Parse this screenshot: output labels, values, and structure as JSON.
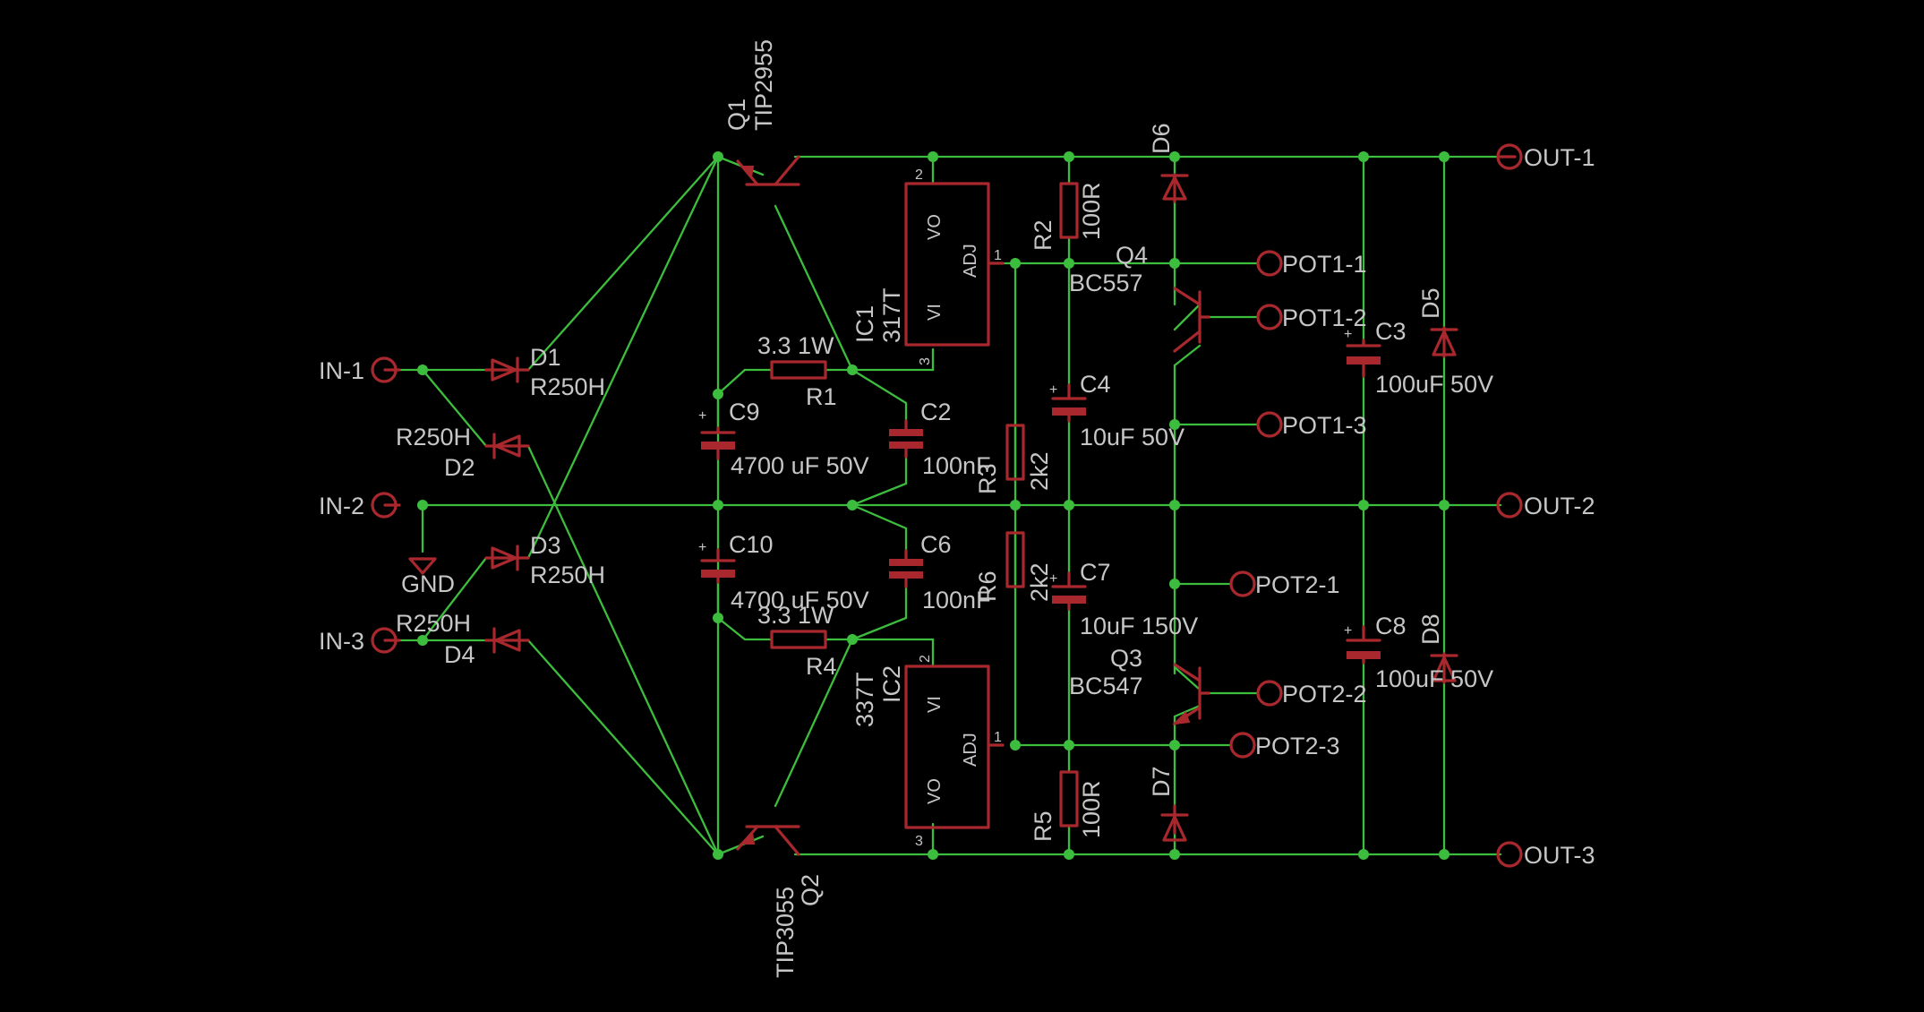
{
  "colors": {
    "background": "#000000",
    "wire": "#3dbd3d",
    "symbol": "#a8282d",
    "text": "#c6c6c6"
  },
  "connectors": {
    "in1": "IN-1",
    "in2": "IN-2",
    "in3": "IN-3",
    "out1": "OUT-1",
    "out2": "OUT-2",
    "out3": "OUT-3",
    "pot1_1": "POT1-1",
    "pot1_2": "POT1-2",
    "pot1_3": "POT1-3",
    "pot2_1": "POT2-1",
    "pot2_2": "POT2-2",
    "pot2_3": "POT2-3"
  },
  "parts": {
    "d1": {
      "name": "D1",
      "value": "R250H"
    },
    "d2": {
      "name": "D2",
      "value": "R250H"
    },
    "d3": {
      "name": "D3",
      "value": "R250H"
    },
    "d4": {
      "name": "D4",
      "value": "R250H"
    },
    "d5": {
      "name": "D5"
    },
    "d6": {
      "name": "D6"
    },
    "d7": {
      "name": "D7"
    },
    "d8": {
      "name": "D8"
    },
    "gnd": {
      "name": "GND"
    },
    "q1": {
      "name": "Q1",
      "value": "TIP2955"
    },
    "q2": {
      "name": "Q2",
      "value": "TIP3055"
    },
    "q3": {
      "name": "Q3",
      "value": "BC547"
    },
    "q4": {
      "name": "Q4",
      "value": "BC557"
    },
    "ic1": {
      "name": "IC1",
      "value": "317T",
      "pin_vo": "VO",
      "pin_vi": "VI",
      "pin_adj": "ADJ",
      "pin1": "1",
      "pin2": "2",
      "pin3": "3"
    },
    "ic2": {
      "name": "IC2",
      "value": "337T",
      "pin_vo": "VO",
      "pin_vi": "VI",
      "pin_adj": "ADJ",
      "pin1": "1",
      "pin2": "2",
      "pin3": "3"
    },
    "r1": {
      "name": "R1",
      "value": "3.3 1W"
    },
    "r2": {
      "name": "R2",
      "value": "100R"
    },
    "r3": {
      "name": "R3",
      "value": "2k2"
    },
    "r4": {
      "name": "R4",
      "value": "3.3 1W"
    },
    "r5": {
      "name": "R5",
      "value": "100R"
    },
    "r6": {
      "name": "R6",
      "value": "2k2"
    },
    "c2": {
      "name": "C2",
      "value": "100nF"
    },
    "c3": {
      "name": "C3",
      "value": "100uF 50V"
    },
    "c4": {
      "name": "C4",
      "value": "10uF 50V"
    },
    "c6": {
      "name": "C6",
      "value": "100nF"
    },
    "c7": {
      "name": "C7",
      "value": "10uF 150V"
    },
    "c8": {
      "name": "C8",
      "value": "100uF 50V"
    },
    "c9": {
      "name": "C9",
      "value": "4700 uF 50V"
    },
    "c10": {
      "name": "C10",
      "value": "4700 uF 50V"
    }
  }
}
